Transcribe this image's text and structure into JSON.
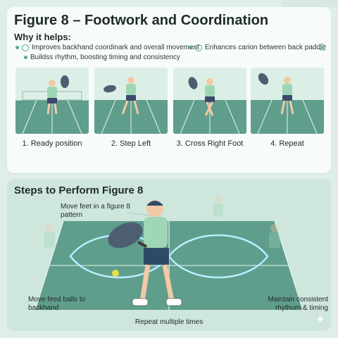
{
  "header": {
    "title": "Figure 8 – Footwork and Coordination",
    "why_label": "Why it helps:"
  },
  "benefits": [
    {
      "text": "Improves backhand coordinark and overall movement",
      "icon": "leaf-icon"
    },
    {
      "text": "Enhances carion between back paddle",
      "icon": "target-icon"
    },
    {
      "text": "Buildss rhythm, boosting timing and consistency",
      "icon": "dot"
    }
  ],
  "steps": [
    {
      "label": "1. Ready position"
    },
    {
      "label": "2. Step Left"
    },
    {
      "label": "3. Cross Right Foot"
    },
    {
      "label": "4. Repeat"
    }
  ],
  "bottom": {
    "title": "Steps to Perform Figure 8",
    "annotations": {
      "top": "Move feet in a figure 8 pattern",
      "left": "Move feed balls to backhand",
      "right": "Maintain consistent rhythum & timing",
      "bottom": "Repeat multiple times"
    }
  },
  "colors": {
    "court": "#5f9e8c",
    "court_light": "#cfe8de",
    "path_glow": "#7fd6f0",
    "accent": "#5da98b"
  }
}
